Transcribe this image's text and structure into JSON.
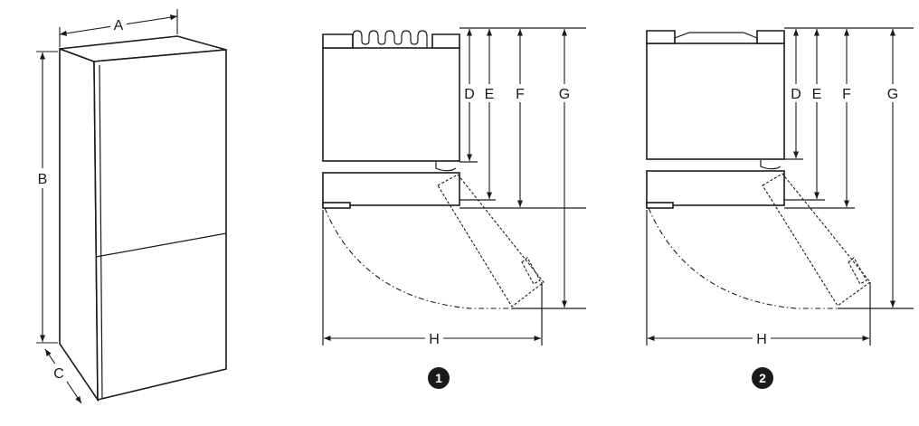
{
  "fridge_3d": {
    "labels": {
      "width": "A",
      "height": "B",
      "depth": "C"
    }
  },
  "views": [
    {
      "number": "1",
      "labels": {
        "d": "D",
        "e": "E",
        "f": "F",
        "g": "G",
        "h": "H"
      }
    },
    {
      "number": "2",
      "labels": {
        "d": "D",
        "e": "E",
        "f": "F",
        "g": "G",
        "h": "H"
      }
    }
  ]
}
